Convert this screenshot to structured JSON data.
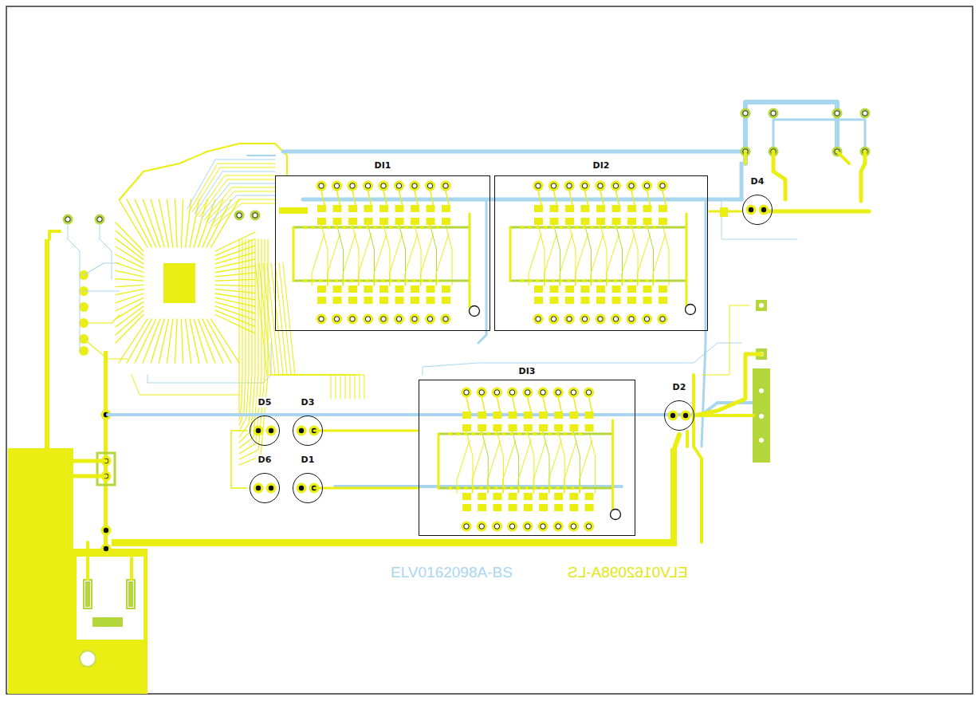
{
  "diagram": {
    "nodes": [
      {
        "text": [
          "DI1"
        ]
      },
      {
        "text": [
          "DI2"
        ]
      },
      {
        "text": [
          "D4"
        ]
      },
      {
        "text": [
          "DI3"
        ]
      },
      {
        "text": [
          "D5"
        ]
      },
      {
        "text": [
          "D3"
        ]
      },
      {
        "text": [
          "D2"
        ]
      },
      {
        "text": [
          "D6"
        ]
      },
      {
        "text": [
          "D1"
        ]
      }
    ],
    "labels": [
      "ELV0162098A-BS",
      "ELV0162098A-LS"
    ]
  }
}
